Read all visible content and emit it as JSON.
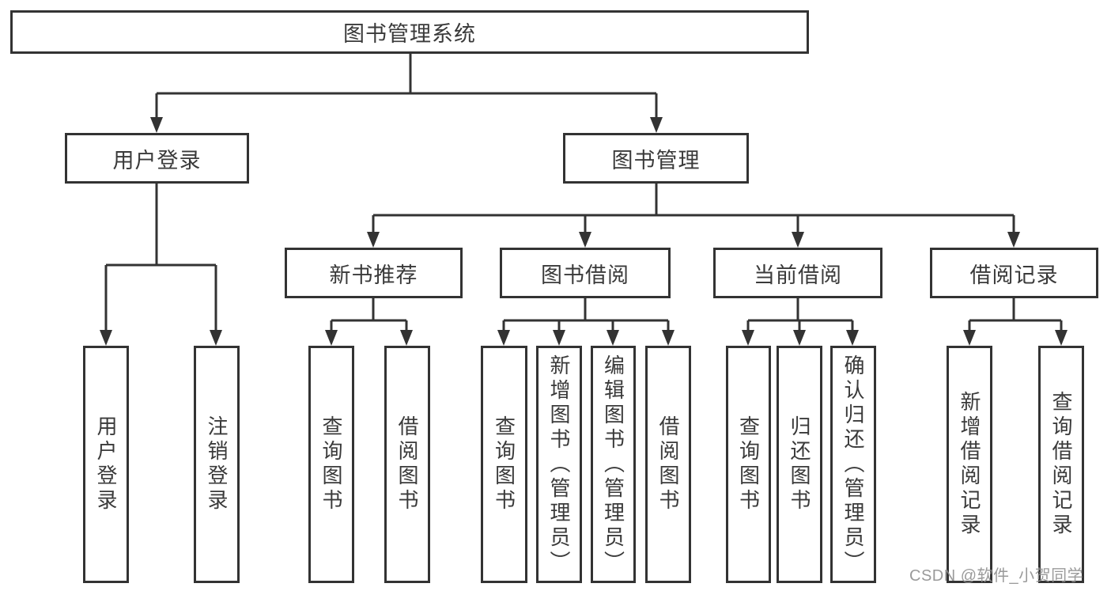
{
  "diagram": {
    "root": {
      "label": "图书管理系统"
    },
    "branches": [
      {
        "label": "用户登录",
        "children": [
          {
            "label": "用户登录"
          },
          {
            "label": "注销登录"
          }
        ]
      },
      {
        "label": "图书管理",
        "children": [
          {
            "label": "新书推荐",
            "children": [
              {
                "label": "查询图书"
              },
              {
                "label": "借阅图书"
              }
            ]
          },
          {
            "label": "图书借阅",
            "children": [
              {
                "label": "查询图书"
              },
              {
                "label": "新增图书（管理员）"
              },
              {
                "label": "编辑图书（管理员）"
              },
              {
                "label": "借阅图书"
              }
            ]
          },
          {
            "label": "当前借阅",
            "children": [
              {
                "label": "查询图书"
              },
              {
                "label": "归还图书"
              },
              {
                "label": "确认归还（管理员）"
              }
            ]
          },
          {
            "label": "借阅记录",
            "children": [
              {
                "label": "新增借阅记录"
              },
              {
                "label": "查询借阅记录"
              }
            ]
          }
        ]
      }
    ]
  },
  "watermark": {
    "text": "CSDN @软件_小贺同学"
  },
  "colors": {
    "line": "#333333",
    "text": "#3a3a3a",
    "background": "#ffffff",
    "watermark": "#8f8f8f"
  }
}
